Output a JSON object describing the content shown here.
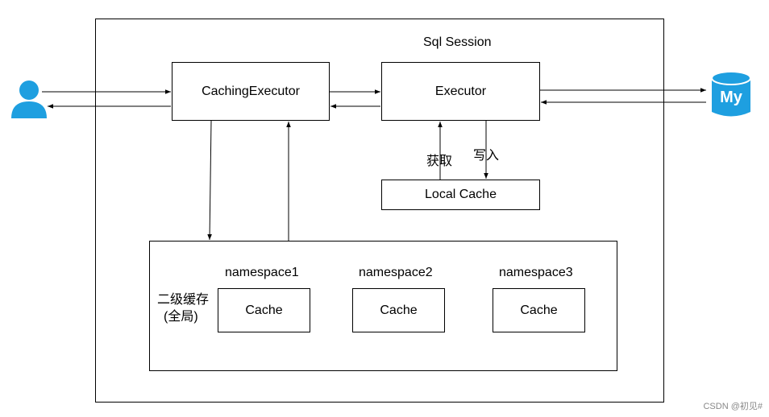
{
  "diagram": {
    "session_label": "Sql Session",
    "caching_executor": "CachingExecutor",
    "executor": "Executor",
    "local_cache": "Local Cache",
    "get_label": "获取",
    "write_label": "写入",
    "second_level_cache_line1": "二级缓存",
    "second_level_cache_line2": "(全局)",
    "namespaces": [
      {
        "name": "namespace1",
        "cache": "Cache"
      },
      {
        "name": "namespace2",
        "cache": "Cache"
      },
      {
        "name": "namespace3",
        "cache": "Cache"
      }
    ],
    "database_icon_text": "My"
  },
  "colors": {
    "icon_blue": "#1e9fe0"
  },
  "watermark": "CSDN @初见#"
}
